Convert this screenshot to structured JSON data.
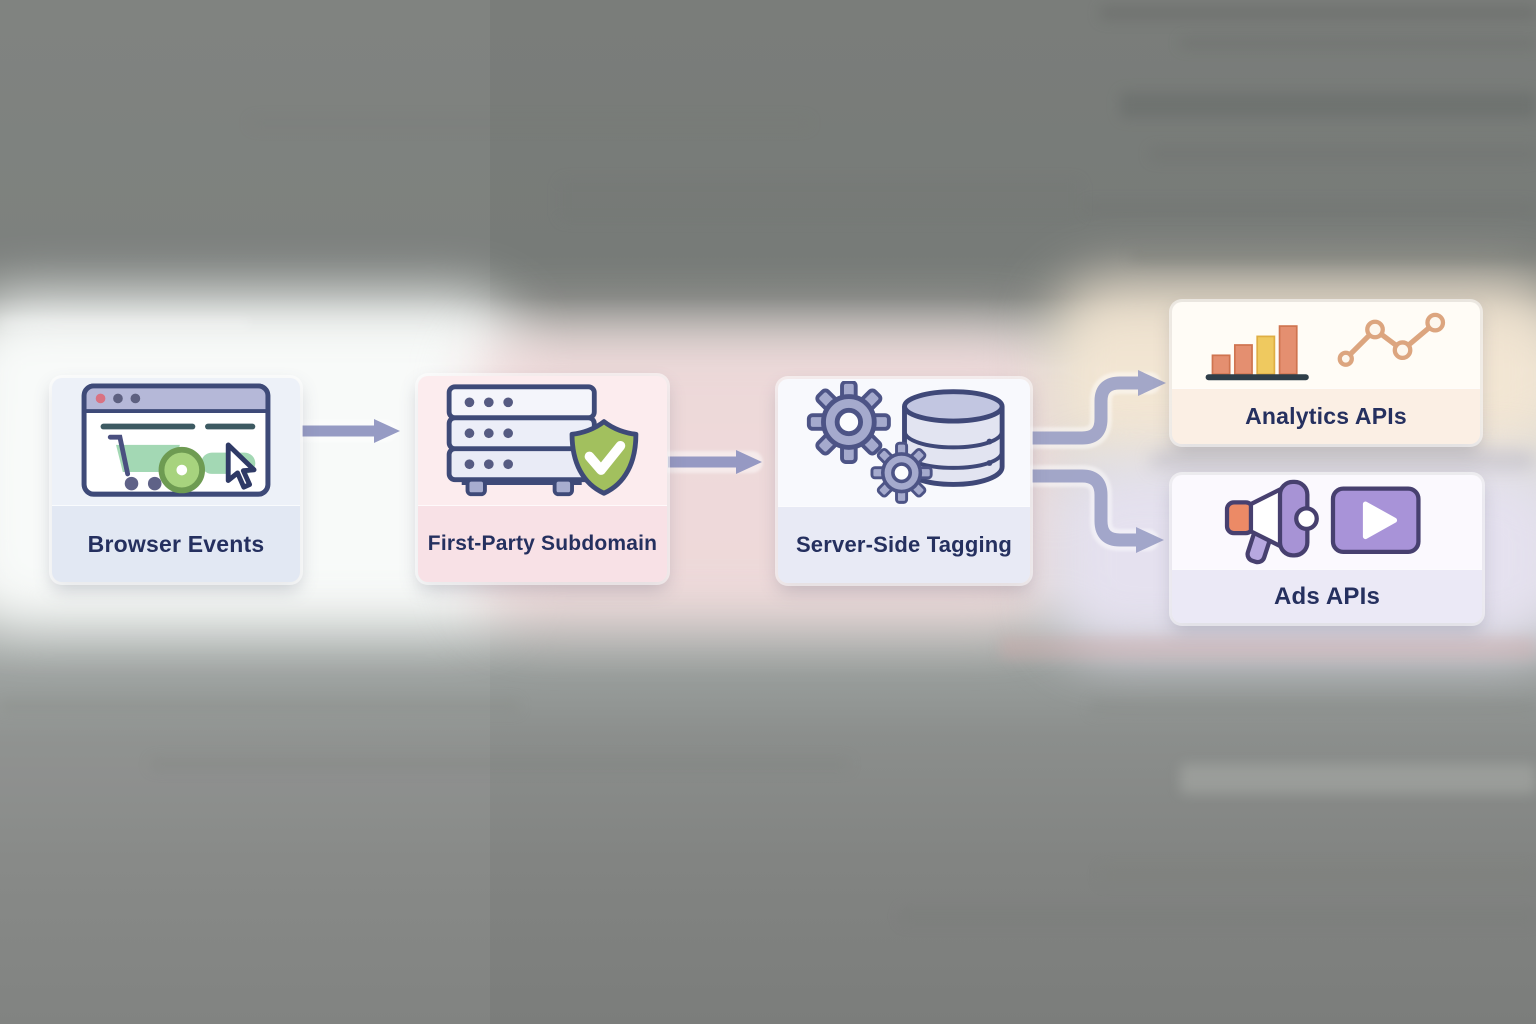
{
  "diagram": {
    "nodes": {
      "browser_events": {
        "label": "Browser Events",
        "icon": "browser-shopping-cart-icon",
        "card_bg": "#edf1f8"
      },
      "first_party_subdomain": {
        "label": "First-Party Subdomain",
        "icon": "server-shield-check-icon",
        "card_bg": "#fcecee"
      },
      "server_side_tagging": {
        "label": "Server-Side Tagging",
        "icon": "gears-database-icon",
        "card_bg": "#f8f9fd"
      },
      "analytics_apis": {
        "label": "Analytics APIs",
        "icon": "bar-chart-line-chart-icon",
        "card_bg": "#fffcf6"
      },
      "ads_apis": {
        "label": "Ads APIs",
        "icon": "megaphone-video-ad-icon",
        "card_bg": "#fbf9fe"
      }
    },
    "edges": [
      {
        "from": "browser_events",
        "to": "first_party_subdomain",
        "color": "#8e93c0",
        "style": "straight"
      },
      {
        "from": "browser_events",
        "to": "first_party_subdomain",
        "color": "#ee96a5",
        "style": "straight-faded"
      },
      {
        "from": "browser_events",
        "to": "first_party_subdomain",
        "color": "#e9c751",
        "style": "straight-faded"
      },
      {
        "from": "first_party_subdomain",
        "to": "server_side_tagging",
        "color": "#8e93c0",
        "style": "straight"
      },
      {
        "from": "server_side_tagging",
        "to": "analytics_apis",
        "color": "#989dc4",
        "style": "elbow-up"
      },
      {
        "from": "server_side_tagging",
        "to": "ads_apis",
        "color": "#989dc4",
        "style": "elbow-down"
      }
    ],
    "palette": {
      "label_text": "#25305f",
      "icon_outline": "#3e4a78",
      "green_accent": "#a3d8b4",
      "shield_green": "#a2c05e",
      "gear_lavender": "#a5aacd",
      "bar_orange": "#e48f70",
      "bar_yellow": "#efc95f",
      "line_tan": "#dca57f",
      "megaphone_orange": "#ec8a66",
      "ad_purple": "#a893d8"
    }
  }
}
